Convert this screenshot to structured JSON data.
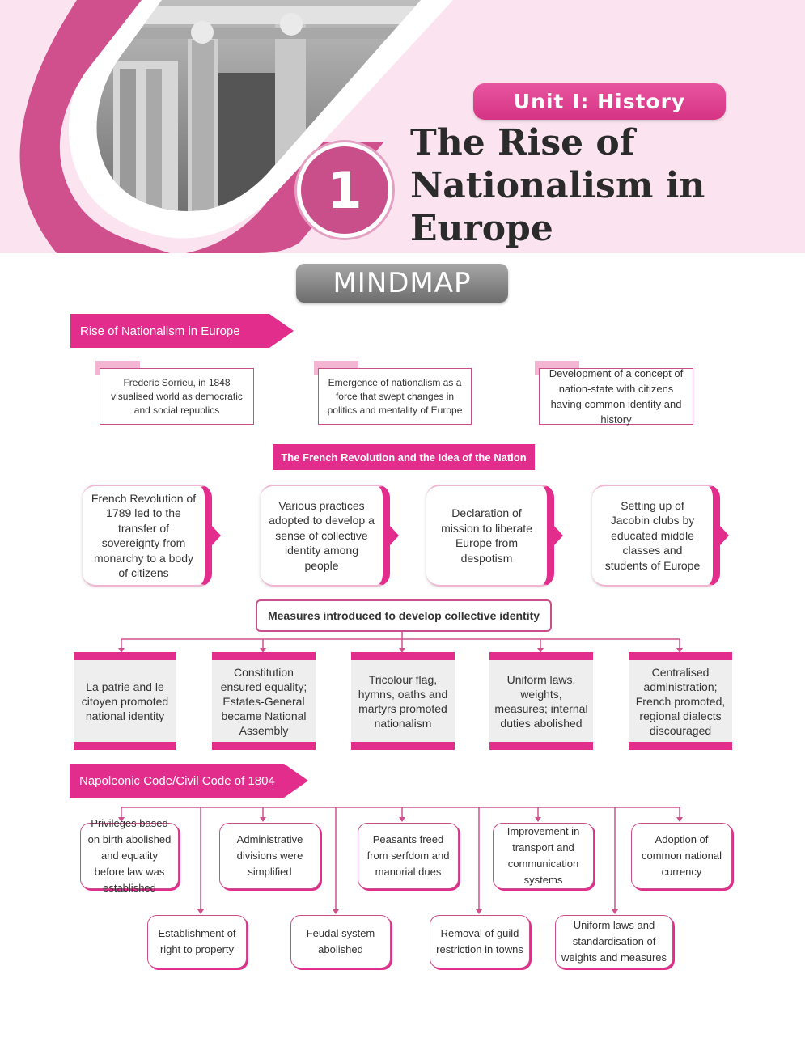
{
  "header": {
    "unit_label": "Unit I:  History",
    "chapter_number": "1",
    "title_lines": [
      "The Rise of",
      "Nationalism in",
      "Europe"
    ],
    "image_icon": "sanchi-gateway-photo"
  },
  "mindmap_label": "MINDMAP",
  "section1": {
    "banner": "Rise of Nationalism in Europe",
    "boxes": [
      "Frederic Sorrieu, in 1848 visualised world as democratic and social republics",
      "Emergence of nationalism as a force that swept changes in politics and mentality of Europe",
      "Development of a concept of nation-state with citizens having common identity and history"
    ]
  },
  "section2": {
    "banner": "The French Revolution and the Idea of the Nation",
    "boxes": [
      "French Revolution of 1789 led to the transfer of sovereignty from monarchy to a body of citizens",
      "Various practices adopted to develop a sense of collective identity among people",
      "Declaration of mission to liberate Europe from despotism",
      "Setting up of Jacobin clubs by educated middle classes and students of Europe"
    ]
  },
  "section3": {
    "banner": "Measures introduced to develop collective identity",
    "boxes": [
      "La patrie and le citoyen promoted national identity",
      "Constitution ensured equality; Estates-General became National Assembly",
      "Tricolour flag, hymns, oaths and martyrs promoted nationalism",
      "Uniform laws, weights, measures; internal duties abolished",
      "Centralised administration; French promoted, regional dialects discouraged"
    ]
  },
  "section4": {
    "banner": "Napoleonic Code/Civil Code of 1804",
    "top_boxes": [
      "Privileges based on birth abolished and equality before law was established",
      "Administrative divisions were simplified",
      "Peasants freed from serfdom and manorial dues",
      "Improvement in transport and communication systems",
      "Adoption of common national currency"
    ],
    "bottom_boxes": [
      "Establishment of right to property",
      "Feudal system abolished",
      "Removal of guild restriction in towns",
      "Uniform laws and standardisation of weights and measures"
    ]
  },
  "colors": {
    "accent": "#e22d8c",
    "header_bg": "#fbe4ef",
    "outline": "#c94f8a",
    "measure_fill": "#eeeeee"
  }
}
